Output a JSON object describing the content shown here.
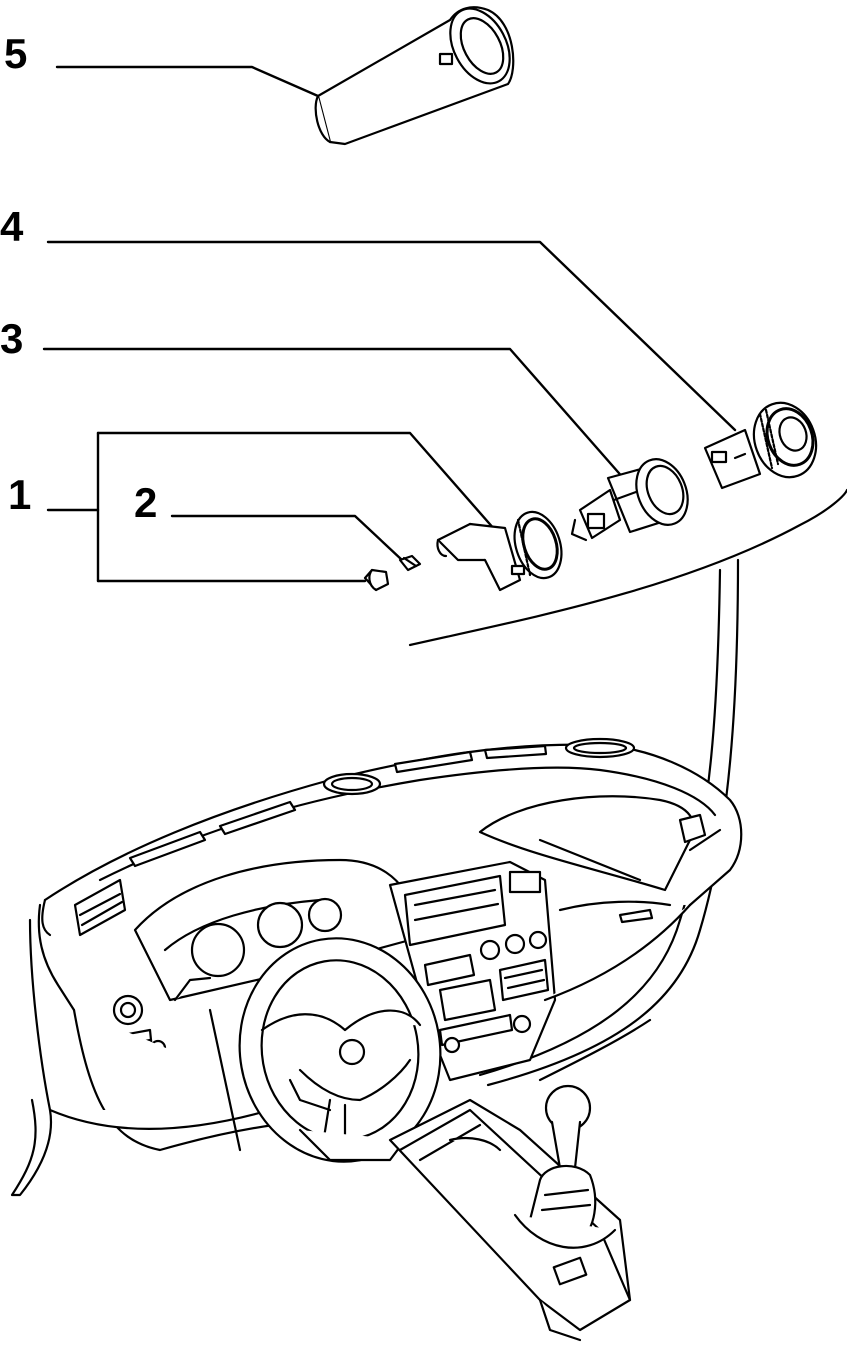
{
  "callouts": [
    {
      "id": "1",
      "text": "1"
    },
    {
      "id": "2",
      "text": "2"
    },
    {
      "id": "3",
      "text": "3"
    },
    {
      "id": "4",
      "text": "4"
    },
    {
      "id": "5",
      "text": "5"
    }
  ],
  "colors": {
    "line": "#000000",
    "background": "#ffffff",
    "fill": "#ffffff"
  },
  "parts": [
    {
      "callout": "5",
      "icon": "sleeve-housing-icon"
    },
    {
      "callout": "4",
      "icon": "socket-ring-icon"
    },
    {
      "callout": "3",
      "icon": "socket-holder-icon"
    },
    {
      "callout": "1",
      "icon": "lighter-assembly-icon"
    },
    {
      "callout": "2",
      "icon": "bulb-holder-icon"
    },
    {
      "callout": "",
      "icon": "dashboard-icon"
    }
  ]
}
